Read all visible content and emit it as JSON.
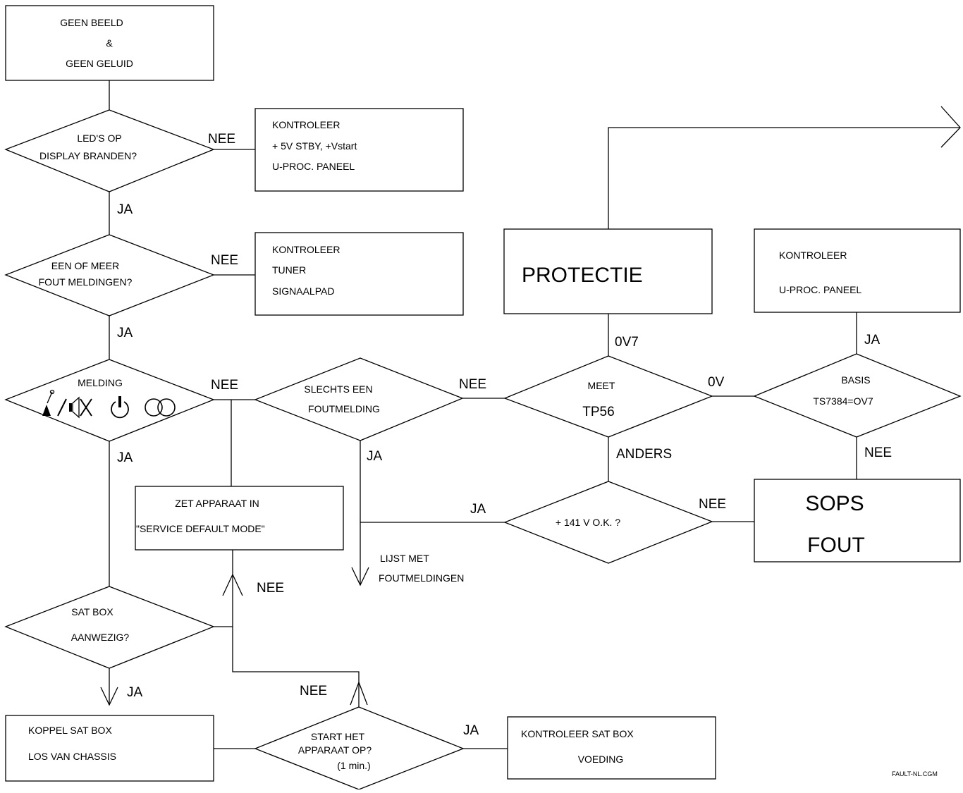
{
  "nodes": {
    "start": [
      "GEEN BEELD",
      "&",
      "GEEN GELUID"
    ],
    "d_leds": [
      "LED'S OP",
      "DISPLAY BRANDEN?"
    ],
    "b_kontroleer1": [
      "KONTROLEER",
      "+ 5V STBY, +Vstart",
      "U-PROC. PANEEL"
    ],
    "d_fout": [
      "EEN OF MEER",
      "FOUT MELDINGEN?"
    ],
    "b_kontroleer2": [
      "KONTROLEER",
      "TUNER",
      "SIGNAALPAD"
    ],
    "d_melding": [
      "MELDING"
    ],
    "d_slechts": [
      "SLECHTS EEN",
      "FOUTMELDING"
    ],
    "b_protectie": [
      "PROTECTIE"
    ],
    "d_meet": [
      "MEET",
      "TP56"
    ],
    "b_kontroleer3": [
      "KONTROLEER",
      "U-PROC. PANEEL"
    ],
    "d_basis": [
      "BASIS",
      "TS7384=OV7"
    ],
    "b_zet": [
      "ZET APPARAAT IN",
      "\"SERVICE DEFAULT MODE\""
    ],
    "d_141": [
      "+ 141 V O.K. ?"
    ],
    "b_sops": [
      "SOPS",
      "FOUT"
    ],
    "lijst": [
      "LIJST MET",
      "FOUTMELDINGEN"
    ],
    "d_sat": [
      "SAT BOX",
      "AANWEZIG?"
    ],
    "b_koppel": [
      "KOPPEL SAT BOX",
      "LOS VAN CHASSIS"
    ],
    "d_start": [
      "START HET",
      "APPARAAT OP?",
      "(1 min.)"
    ],
    "b_kontroleer_sat": [
      "KONTROLEER SAT BOX",
      "VOEDING"
    ]
  },
  "edge_labels": {
    "leds_nee": "NEE",
    "leds_ja": "JA",
    "fout_nee": "NEE",
    "fout_ja": "JA",
    "melding_nee": "NEE",
    "melding_ja": "JA",
    "slechts_nee": "NEE",
    "slechts_ja": "JA",
    "meet_0v7": "0V7",
    "meet_0v": "0V",
    "meet_anders": "ANDERS",
    "basis_ja": "JA",
    "basis_nee": "NEE",
    "v141_ja": "JA",
    "v141_nee": "NEE",
    "zet_nee": "NEE",
    "sat_ja": "JA",
    "start_nee": "NEE",
    "start_ja": "JA"
  },
  "icons": [
    "brightness-contrast-icon",
    "mute-icon",
    "power-icon",
    "stereo-icon"
  ],
  "footer": "FAULT-NL.CGM"
}
